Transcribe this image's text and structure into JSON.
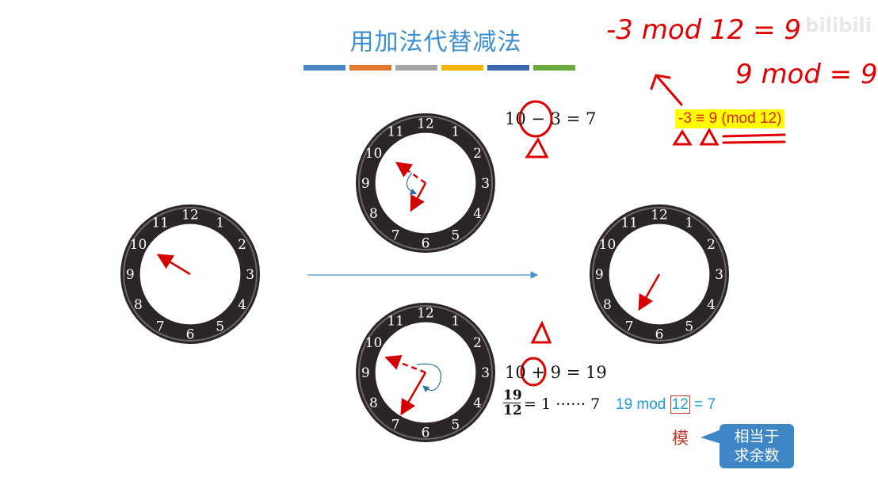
{
  "slide": {
    "title": "用加法代替减法",
    "title_bar_colors": [
      "#4a86c6",
      "#e6782d",
      "#a4a4a4",
      "#f4b400",
      "#3a66b0",
      "#6aaa3c"
    ],
    "clock_numerals": [
      "12",
      "1",
      "2",
      "3",
      "4",
      "5",
      "6",
      "7",
      "8",
      "9",
      "10"
    ],
    "eq_sub": "10 − 3 = 7",
    "eq_add": "10 + 9 = 19",
    "frac_num": "19",
    "frac_den": "12",
    "frac_rest": "= 1 ⋯⋯ 7",
    "mod_prefix": "19 mod",
    "mod_boxed": "12",
    "mod_suffix": "= 7",
    "mo_label": "模",
    "callout_line1": "相当于",
    "callout_line2": "求余数",
    "congruence": "-3 ≡ 9 (mod 12)"
  },
  "handwriting": {
    "line1": "-3 mod 12 = 9",
    "line2": "9 mod = 9"
  },
  "watermark": "bilibili",
  "colors": {
    "hand_red": "#e00000",
    "arrow_blue": "#2e6ea6",
    "title_blue": "#3b8fd0"
  }
}
